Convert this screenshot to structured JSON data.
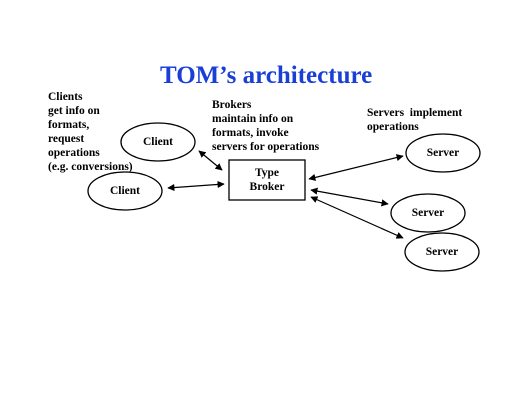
{
  "title": "TOM’s architecture",
  "colors": {
    "title": "#1a3fd6",
    "text": "#000000",
    "shape_stroke": "#000000",
    "background": "#ffffff"
  },
  "notes": {
    "clients": "Clients\nget info on\nformats,\nrequest\noperations\n(e.g. conversions)",
    "brokers": "Brokers\nmaintain info on\nformats, invoke\nservers for operations",
    "servers": "Servers  implement\noperations"
  },
  "nodes": {
    "client_1": "Client",
    "client_2": "Client",
    "broker": "Type\nBroker",
    "server_1": "Server",
    "server_2": "Server",
    "server_3": "Server"
  }
}
